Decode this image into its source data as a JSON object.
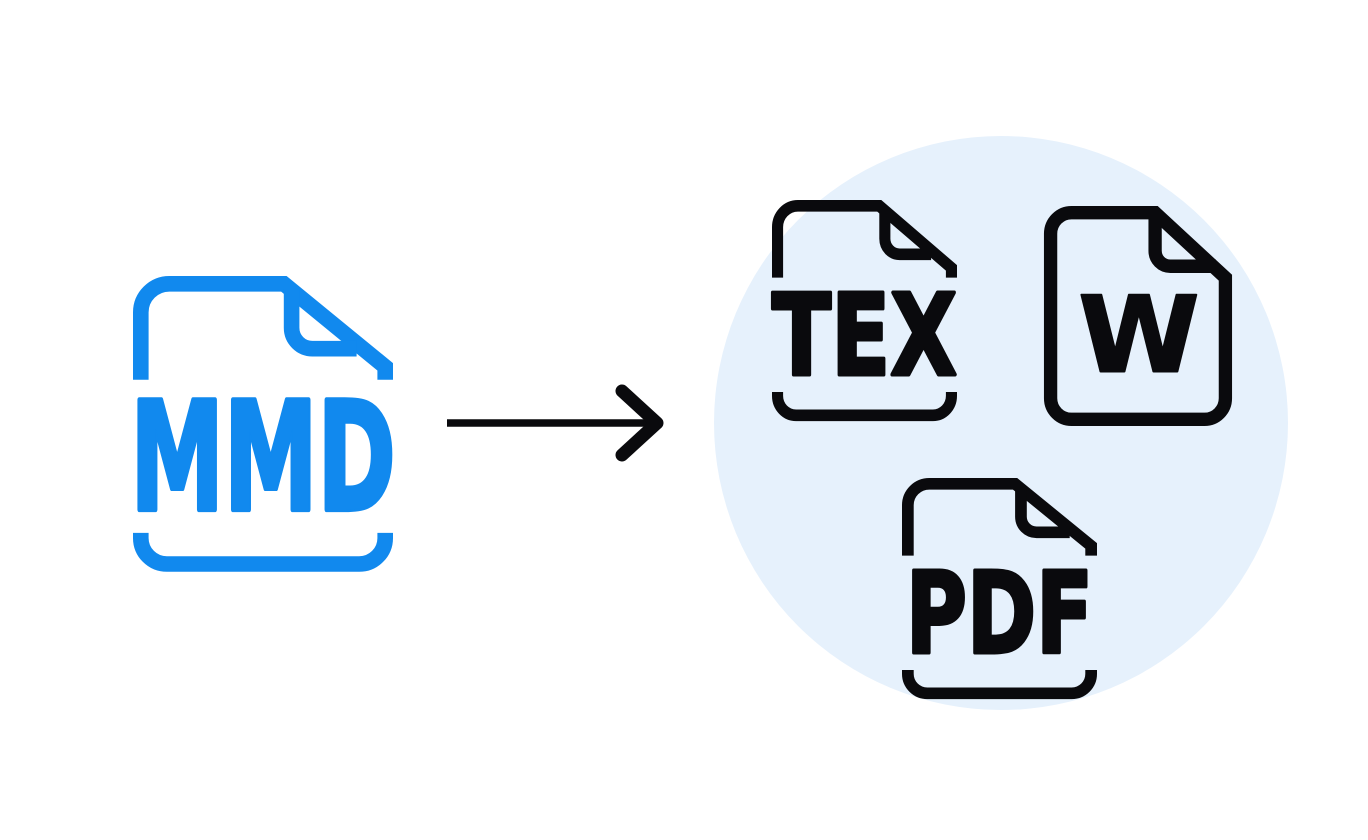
{
  "diagram": {
    "source": {
      "label": "MMD",
      "icon": "mmd-file-icon"
    },
    "arrow": {
      "icon": "right-arrow-icon"
    },
    "outputs": {
      "container": "output-formats-circle",
      "items": [
        {
          "label": "TEX",
          "icon": "tex-file-icon"
        },
        {
          "label": "W",
          "icon": "word-file-icon"
        },
        {
          "label": "PDF",
          "icon": "pdf-file-icon"
        }
      ]
    },
    "colors": {
      "blue": "#1189ee",
      "ink": "#0a0a0d",
      "circle": "#e6f1fc",
      "bg": "#ffffff"
    }
  }
}
